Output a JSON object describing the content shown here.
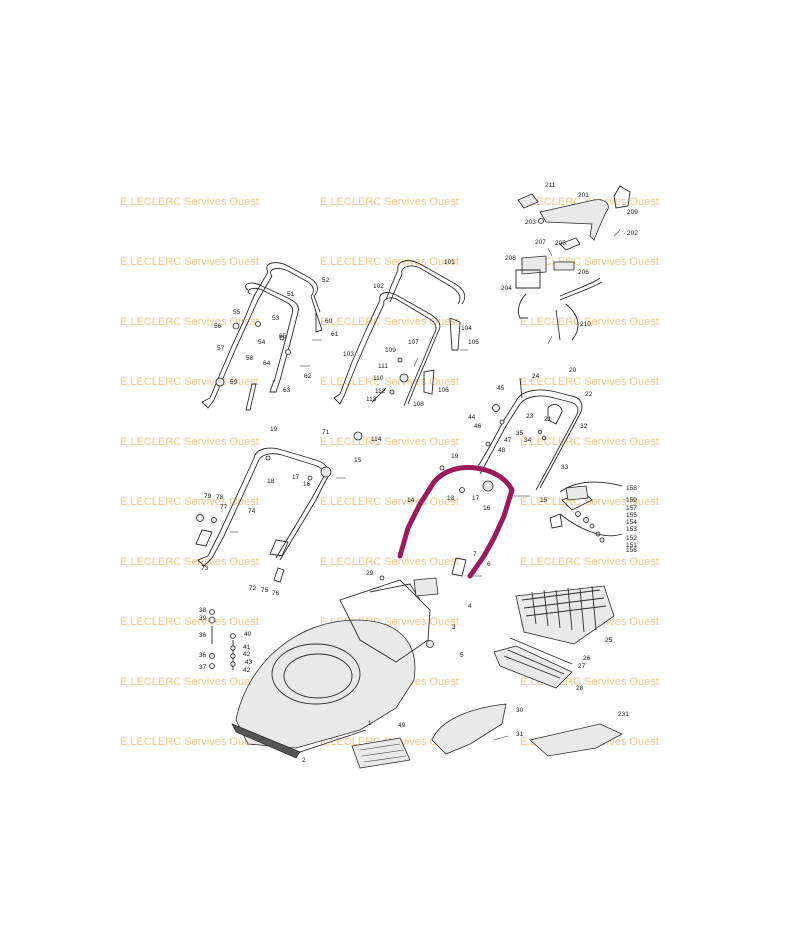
{
  "watermark": "E.LECLERC Servives Ouest",
  "highlight_color": "#9b1b5a",
  "labels": {
    "handle_a": [
      "52",
      "51",
      "53",
      "55",
      "56",
      "57",
      "58",
      "54",
      "65",
      "64",
      "63",
      "59",
      "62",
      "60",
      "61"
    ],
    "handle_b": [
      "101",
      "102",
      "103",
      "104",
      "105",
      "107",
      "109",
      "110",
      "111",
      "112",
      "113",
      "106",
      "108",
      "114"
    ],
    "handle_c": [
      "71",
      "19",
      "18",
      "17",
      "16",
      "15",
      "79",
      "78",
      "77",
      "74",
      "73",
      "72",
      "75",
      "76"
    ],
    "handle_d": [
      "24",
      "20",
      "22",
      "45",
      "44",
      "46",
      "23",
      "21",
      "47",
      "48",
      "35",
      "34",
      "32",
      "33",
      "19",
      "18",
      "17",
      "16",
      "15",
      "14",
      "7",
      "6"
    ],
    "electrics": [
      "211",
      "201",
      "203",
      "209",
      "202",
      "207",
      "205",
      "208",
      "206",
      "204",
      "210"
    ],
    "right_parts": [
      "158",
      "159",
      "157",
      "155",
      "154",
      "153",
      "152",
      "151",
      "156"
    ],
    "box": [
      "25",
      "26",
      "27",
      "28"
    ],
    "deck": [
      "29",
      "4",
      "3",
      "5",
      "1",
      "2",
      "49",
      "30",
      "31",
      "231"
    ],
    "hardware": [
      "38",
      "39",
      "40",
      "36",
      "41",
      "42",
      "43",
      "37",
      "36",
      "42"
    ]
  }
}
